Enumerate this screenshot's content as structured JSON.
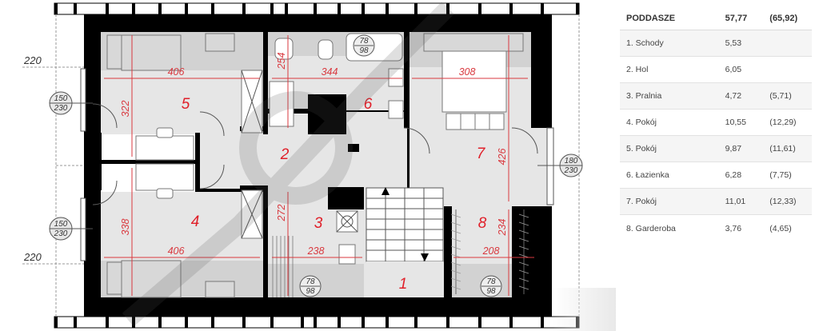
{
  "table": {
    "header": {
      "name": "PODDASZE",
      "area": "57,77",
      "gross": "(65,92)"
    },
    "rows": [
      {
        "name": "1. Schody",
        "area": "5,53",
        "gross": ""
      },
      {
        "name": "2. Hol",
        "area": "6,05",
        "gross": ""
      },
      {
        "name": "3. Pralnia",
        "area": "4,72",
        "gross": "(5,71)"
      },
      {
        "name": "4. Pokój",
        "area": "10,55",
        "gross": "(12,29)"
      },
      {
        "name": "5. Pokój",
        "area": "9,87",
        "gross": "(11,61)"
      },
      {
        "name": "6. Łazienka",
        "area": "6,28",
        "gross": "(7,75)"
      },
      {
        "name": "7. Pokój",
        "area": "11,01",
        "gross": "(12,33)"
      },
      {
        "name": "8. Garderoba",
        "area": "3,76",
        "gross": "(4,65)"
      }
    ]
  },
  "plan": {
    "rooms": {
      "r1": "1",
      "r2": "2",
      "r3": "3",
      "r4": "4",
      "r5": "5",
      "r6": "6",
      "r7": "7",
      "r8": "8"
    },
    "dimensions": {
      "room5_width": "406",
      "room5_depth": "322",
      "room6_width": "344",
      "room6_depth": "254",
      "room7_width": "308",
      "room7_depth": "426",
      "room4_width": "406",
      "room4_depth": "338",
      "room3_width": "238",
      "room3_depth": "272",
      "room8_width": "208",
      "room8_depth": "234"
    },
    "external_dims": {
      "top_offset": "220",
      "bottom_offset": "220"
    },
    "windows": {
      "left_top": {
        "w": "150",
        "h": "230"
      },
      "left_bottom": {
        "w": "150",
        "h": "230"
      },
      "right": {
        "w": "180",
        "h": "230"
      },
      "roof_bath": {
        "w": "78",
        "h": "98"
      },
      "roof_laundry": {
        "w": "78",
        "h": "98"
      },
      "roof_wardrobe": {
        "w": "78",
        "h": "98"
      }
    },
    "colors": {
      "wall": "#000000",
      "floor": "#e6e6e6",
      "dimension": "#d9393f",
      "room_number": "#e0202a"
    }
  }
}
